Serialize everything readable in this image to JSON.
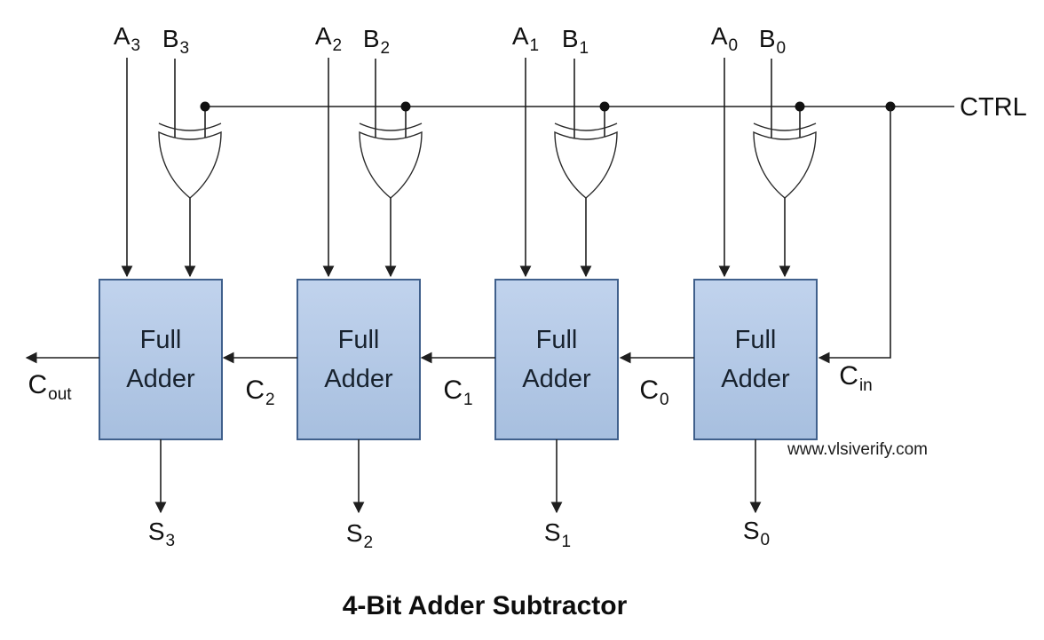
{
  "title": "4-Bit Adder Subtractor",
  "watermark": "www.vlsiverify.com",
  "ctrl": {
    "label": "CTRL"
  },
  "colors": {
    "background": "#ffffff",
    "wire": "#1f1f1f",
    "adder_fill_top": "#c1d3ed",
    "adder_fill_bottom": "#a7bfdf",
    "adder_border": "#40608c",
    "adder_text": "#18222e",
    "label_text": "#111111"
  },
  "bits": [
    {
      "bit": 3,
      "a": {
        "base": "A",
        "sub": "3"
      },
      "b": {
        "base": "B",
        "sub": "3"
      },
      "sum": {
        "base": "S",
        "sub": "3"
      },
      "adder_line1": "Full",
      "adder_line2": "Adder"
    },
    {
      "bit": 2,
      "a": {
        "base": "A",
        "sub": "2"
      },
      "b": {
        "base": "B",
        "sub": "2"
      },
      "sum": {
        "base": "S",
        "sub": "2"
      },
      "adder_line1": "Full",
      "adder_line2": "Adder"
    },
    {
      "bit": 1,
      "a": {
        "base": "A",
        "sub": "1"
      },
      "b": {
        "base": "B",
        "sub": "1"
      },
      "sum": {
        "base": "S",
        "sub": "1"
      },
      "adder_line1": "Full",
      "adder_line2": "Adder"
    },
    {
      "bit": 0,
      "a": {
        "base": "A",
        "sub": "0"
      },
      "b": {
        "base": "B",
        "sub": "0"
      },
      "sum": {
        "base": "S",
        "sub": "0"
      },
      "adder_line1": "Full",
      "adder_line2": "Adder"
    }
  ],
  "carries": {
    "cout": {
      "base": "C",
      "sub": "out"
    },
    "c2": {
      "base": "C",
      "sub": "2"
    },
    "c1": {
      "base": "C",
      "sub": "1"
    },
    "c0": {
      "base": "C",
      "sub": "0"
    },
    "cin": {
      "base": "C",
      "sub": "in"
    }
  }
}
